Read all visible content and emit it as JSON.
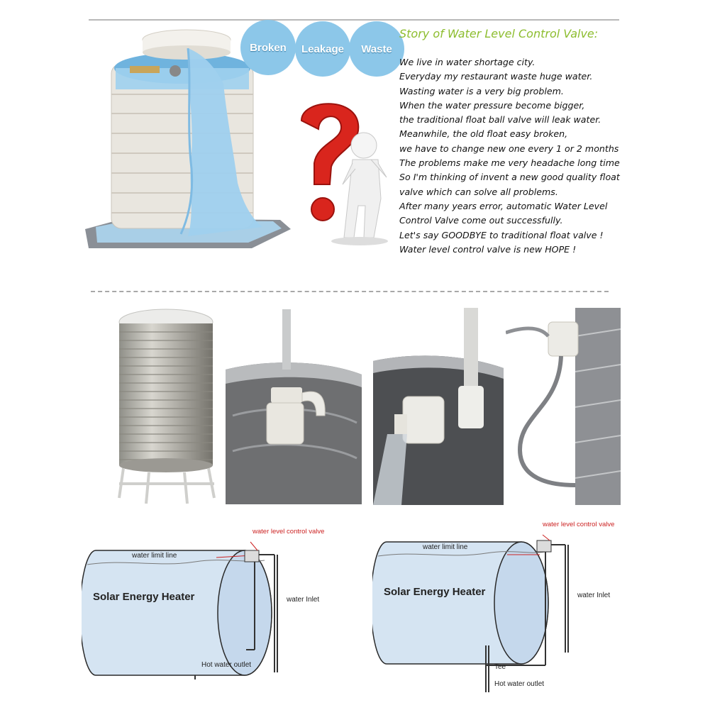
{
  "bubbles": [
    "Broken",
    "Leakage",
    "Waste"
  ],
  "story": {
    "title": "Story of Water Level Control Valve:",
    "lines": [
      "We live in water shortage city.",
      "Everyday my restaurant waste huge water.",
      "Wasting water is a very big problem.",
      "When the water pressure become bigger,",
      "the traditional float ball valve will leak water.",
      "Meanwhile, the old float easy broken,",
      "we have to change new one every 1 or 2 months",
      "The problems make me very headache long time",
      "So I'm thinking of  invent a new good quality float",
      "valve which can solve all problems.",
      "After many years error, automatic Water Level",
      "Control Valve come out successfully.",
      "Let's say GOODBYE to traditional float valve !",
      "Water level control valve is new HOPE !"
    ]
  },
  "diagram_left": {
    "valve_label": "water level control valve",
    "limit_label": "water limit line",
    "tank_label": "Solar Energy Heater",
    "inlet_label": "water Inlet",
    "outlet_label": "Hot water outlet"
  },
  "diagram_right": {
    "valve_label": "water level control valve",
    "limit_label": "water limit line",
    "tank_label": "Solar Energy Heater",
    "inlet_label": "water Inlet",
    "tee_label": "Tee",
    "outlet_label": "Hot water outlet"
  },
  "colors": {
    "story_title": "#8dbd2f",
    "bubble": "#8cc7e9",
    "valve_label": "#cc2222",
    "tank_fill": "#d5e4f2",
    "water": "#9fd0ee"
  }
}
